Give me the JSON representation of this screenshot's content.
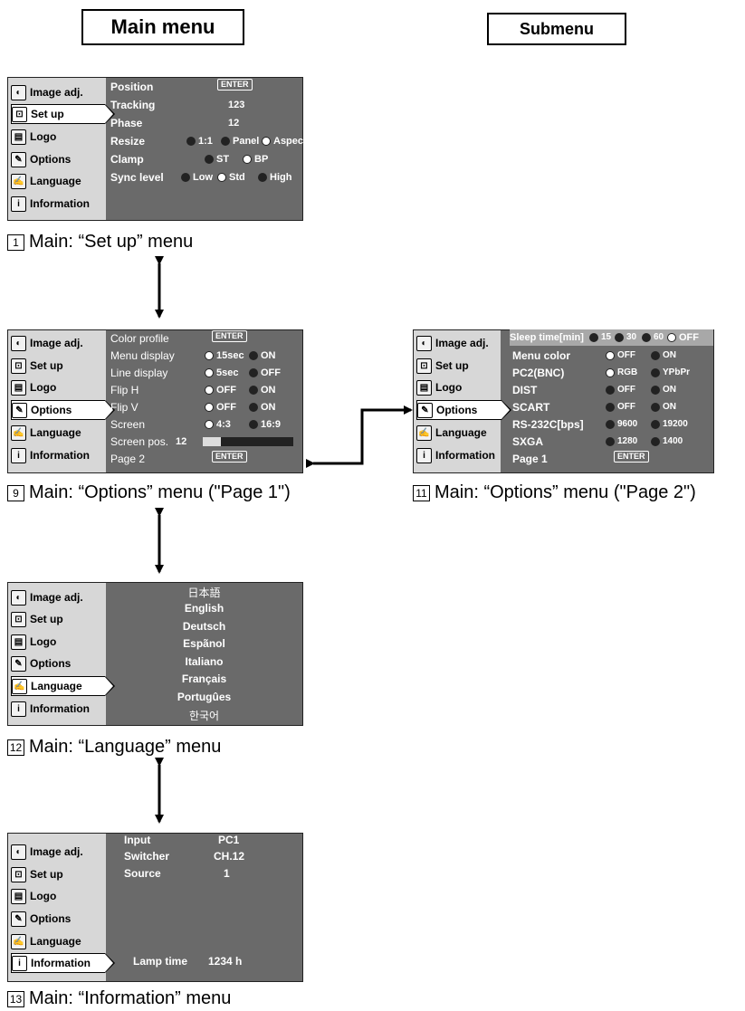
{
  "headers": {
    "main": "Main menu",
    "sub": "Submenu"
  },
  "sidebar_labels": {
    "image_adj": "Image adj.",
    "set_up": "Set up",
    "logo": "Logo",
    "options": "Options",
    "language": "Language",
    "information": "Information"
  },
  "enter": "ENTER",
  "setup": {
    "caption_num": "1",
    "caption": "Main: “Set up” menu",
    "position": "Position",
    "tracking": "Tracking",
    "tracking_value": "123",
    "phase": "Phase",
    "phase_value": "12",
    "resize": "Resize",
    "resize_opts": [
      "1:1",
      "Panel",
      "Aspect"
    ],
    "clamp": "Clamp",
    "clamp_opts": [
      "ST",
      "BP"
    ],
    "sync": "Sync level",
    "sync_opts": [
      "Low",
      "Std",
      "High"
    ]
  },
  "options1": {
    "caption_num": "9",
    "caption": "Main: “Options” menu (\"Page 1\")",
    "color_profile": "Color profile",
    "menu_display": "Menu display",
    "menu_display_opts": [
      "15sec",
      "ON"
    ],
    "line_display": "Line display",
    "line_display_opts": [
      "5sec",
      "OFF"
    ],
    "flip_h": "Flip H",
    "flip_h_opts": [
      "OFF",
      "ON"
    ],
    "flip_v": "Flip V",
    "flip_v_opts": [
      "OFF",
      "ON"
    ],
    "screen": "Screen",
    "screen_opts": [
      "4:3",
      "16:9"
    ],
    "screen_pos": "Screen pos.",
    "screen_pos_value": "12",
    "screen_pos_fraction": 0.2,
    "page2": "Page 2"
  },
  "options2": {
    "caption_num": "11",
    "caption": "Main: “Options” menu (\"Page 2\")",
    "sleep": "Sleep time[min]",
    "sleep_opts": [
      "15",
      "30",
      "60",
      "OFF"
    ],
    "menu_color": "Menu color",
    "menu_color_opts": [
      "OFF",
      "ON"
    ],
    "pc2": "PC2(BNC)",
    "pc2_opts": [
      "RGB",
      "YPbPr"
    ],
    "dist": "DIST",
    "dist_opts": [
      "OFF",
      "ON"
    ],
    "scart": "SCART",
    "scart_opts": [
      "OFF",
      "ON"
    ],
    "rs232": "RS-232C[bps]",
    "rs232_opts": [
      "9600",
      "19200"
    ],
    "sxga": "SXGA",
    "sxga_opts": [
      "1280",
      "1400"
    ],
    "page1": "Page 1"
  },
  "language": {
    "caption_num": "12",
    "caption": "Main: “Language” menu",
    "items": [
      "日本語",
      "English",
      "Deutsch",
      "Espãnol",
      "Italiano",
      "Français",
      "Portugûes",
      "한국어"
    ]
  },
  "information": {
    "caption_num": "13",
    "caption": "Main: “Information” menu",
    "input": "Input",
    "input_value": "PC1",
    "switcher": "Switcher",
    "switcher_value": "CH.12",
    "source": "Source",
    "source_value": "1",
    "lamp": "Lamp time",
    "lamp_value": "1234 h"
  }
}
